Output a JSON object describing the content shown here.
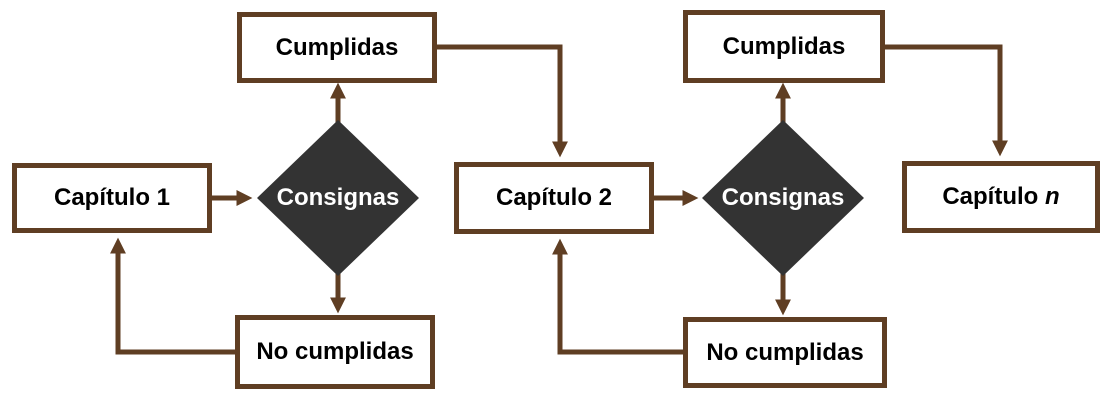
{
  "diagram": {
    "colors": {
      "line": "#5f3e23",
      "diamond_fill": "#333333",
      "diamond_text": "#ffffff",
      "box_text": "#000000",
      "background": "#ffffff"
    },
    "nodes": {
      "capitulo1": {
        "label": "Capítulo 1"
      },
      "consignas1": {
        "label": "Consignas"
      },
      "cumplidas1": {
        "label": "Cumplidas"
      },
      "no_cumplidas1": {
        "label": "No cumplidas"
      },
      "capitulo2": {
        "label": "Capítulo 2"
      },
      "consignas2": {
        "label": "Consignas"
      },
      "cumplidas2": {
        "label": "Cumplidas"
      },
      "no_cumplidas2": {
        "label": "No cumplidas"
      },
      "capitulo_n": {
        "label_prefix": "Capítulo ",
        "label_italic": "n"
      }
    },
    "edges": [
      "capitulo1 -> consignas1",
      "consignas1 -> cumplidas1",
      "consignas1 -> no_cumplidas1",
      "cumplidas1 -> capitulo2",
      "no_cumplidas1 -> capitulo1",
      "capitulo2 -> consignas2",
      "consignas2 -> cumplidas2",
      "consignas2 -> no_cumplidas2",
      "cumplidas2 -> capitulo_n",
      "no_cumplidas2 -> capitulo2"
    ]
  }
}
